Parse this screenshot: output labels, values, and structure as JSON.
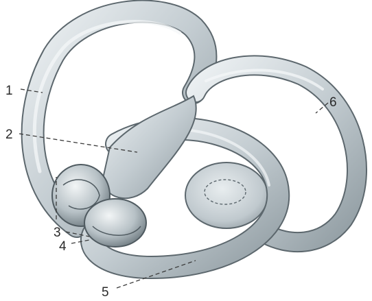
{
  "figure": {
    "labels": [
      {
        "id": "1",
        "text": "1"
      },
      {
        "id": "2",
        "text": "2"
      },
      {
        "id": "3",
        "text": "3"
      },
      {
        "id": "4",
        "text": "4"
      },
      {
        "id": "5",
        "text": "5"
      },
      {
        "id": "6",
        "text": "6"
      }
    ]
  },
  "colors": {
    "background": "#ffffff",
    "canal_light": "#dde4e8",
    "canal_mid": "#b9c4ca",
    "canal_dark": "#7f8c93",
    "outline": "#5c676d",
    "label_text": "#2a2a2a"
  }
}
